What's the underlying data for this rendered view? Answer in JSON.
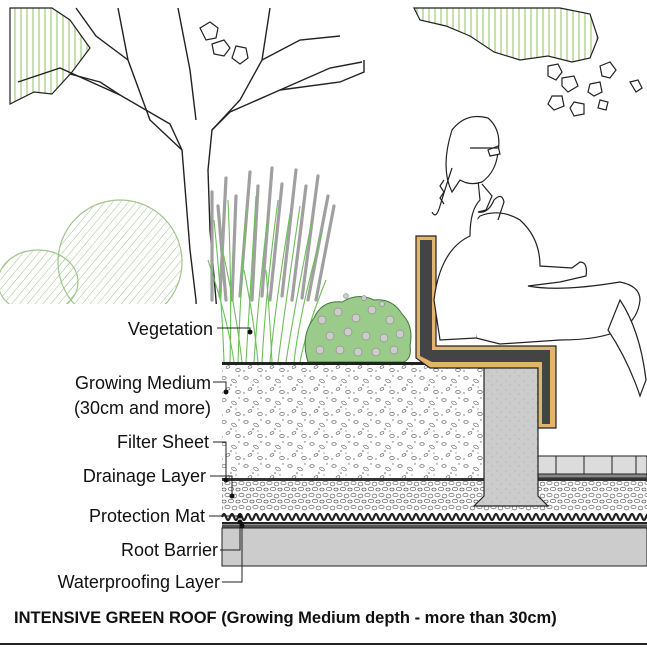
{
  "labels": {
    "vegetation": "Vegetation",
    "growing_medium": "Growing Medium",
    "growing_medium_depth": "(30cm and more)",
    "filter_sheet": "Filter Sheet",
    "drainage_layer": "Drainage Layer",
    "protection_mat": "Protection Mat",
    "root_barrier": "Root Barrier",
    "waterproofing_layer": "Waterproofing Layer"
  },
  "caption": "INTENSIVE GREEN ROOF (Growing Medium depth - more than 30cm)",
  "colors": {
    "line": "#222222",
    "grass": "#6cbf5a",
    "grass_grey": "#a0a0a0",
    "shrub": "#9acb8a",
    "hatch_green": "#b8d89a",
    "concrete": "#cccccc",
    "dark_grey": "#444444",
    "timber": "#e3b56a"
  }
}
